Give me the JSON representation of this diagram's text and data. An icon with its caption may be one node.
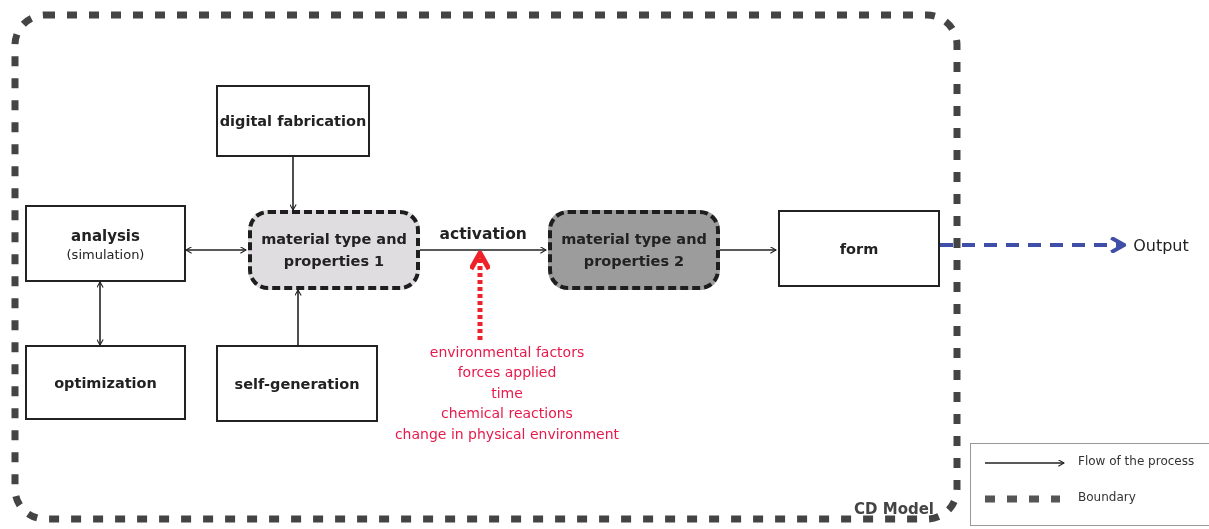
{
  "diagram": {
    "nodes": [
      {
        "text": [
          "CD Model"
        ]
      },
      {
        "text": [
          "digital fabrication"
        ],
        "in": 0
      },
      {
        "text": [
          "analysis",
          "(simulation)"
        ],
        "in": 0
      },
      {
        "text": [
          "material type and properties 1"
        ],
        "in": 0
      },
      {
        "text": [
          "material type and properties 2"
        ],
        "in": 0
      },
      {
        "text": [
          "form"
        ],
        "in": 0
      },
      {
        "text": [
          "Output"
        ]
      },
      {
        "text": [
          "optimization"
        ],
        "in": 0
      },
      {
        "text": [
          "self-generation"
        ],
        "in": 0
      },
      {
        "text": [
          "environmental factors",
          "forces applied",
          "time",
          "chemical reactions",
          "change in physical environment"
        ],
        "in": 0
      }
    ],
    "edges": [
      {
        "from": 1,
        "to": 3,
        "arrow": "to"
      },
      {
        "from": 2,
        "to": 3,
        "arrow": "both"
      },
      {
        "from": 2,
        "to": 7,
        "arrow": "both"
      },
      {
        "from": 8,
        "to": 3,
        "arrow": "to"
      },
      {
        "from": 3,
        "to": 4,
        "arrow": "to",
        "label": "activation"
      },
      {
        "from": 4,
        "to": 5,
        "arrow": "to"
      },
      {
        "from": 5,
        "to": 6,
        "arrow": "to",
        "style": "dashed",
        "color": "#3f4ea6"
      },
      {
        "from": 9,
        "to": null,
        "arrow": "to",
        "style": "dashed",
        "color": "#ee2028"
      }
    ],
    "legend": [
      {
        "text": "Flow of the process"
      },
      {
        "text": "Boundary"
      }
    ]
  }
}
